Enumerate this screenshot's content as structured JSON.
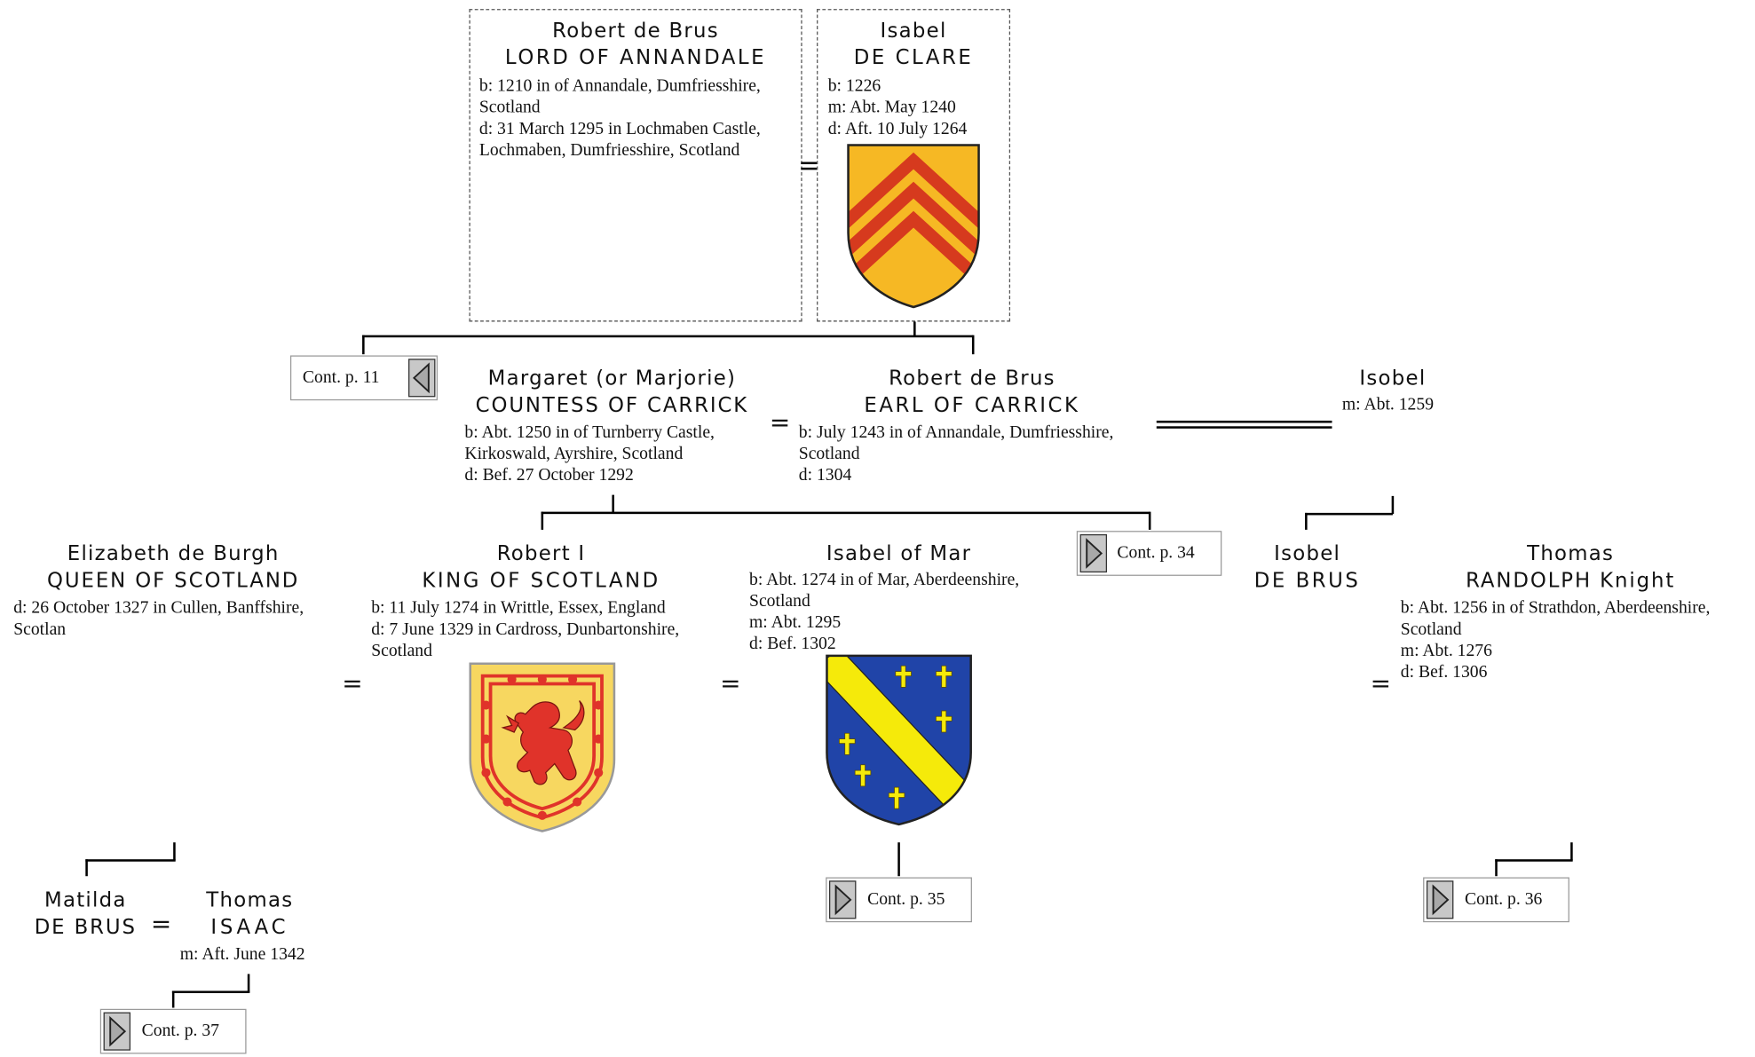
{
  "people": {
    "robert_annandale": {
      "name": "Robert de Brus",
      "title": "LORD OF ANNANDALE",
      "details": [
        "b: 1210 in of Annandale, Dumfriesshire, Scotland",
        "d: 31 March 1295 in Lochmaben Castle, Lochmaben, Dumfriesshire, Scotland"
      ]
    },
    "isabel_clare": {
      "name": "Isabel",
      "title": "DE CLARE",
      "details": [
        "b: 1226",
        "m: Abt. May 1240",
        "d: Aft. 10 July 1264"
      ]
    },
    "margaret": {
      "name": "Margaret (or Marjorie)",
      "title": "COUNTESS OF CARRICK",
      "details": [
        "b: Abt. 1250 in of Turnberry Castle, Kirkoswald, Ayrshire, Scotland",
        "d: Bef. 27 October 1292"
      ]
    },
    "robert_carrick": {
      "name": "Robert de Brus",
      "title": "EARL OF CARRICK",
      "details": [
        "b: July 1243 in of Annandale, Dumfriesshire, Scotland",
        "d: 1304"
      ]
    },
    "isobel_m": {
      "name": "Isobel",
      "details": [
        "m: Abt. 1259"
      ]
    },
    "elizabeth": {
      "name": "Elizabeth de Burgh",
      "title": "QUEEN OF SCOTLAND",
      "details": [
        "d: 26 October 1327 in Cullen, Banffshire, Scotlan"
      ]
    },
    "robert_i": {
      "name": "Robert I",
      "title": "KING OF SCOTLAND",
      "details": [
        "b: 11 July 1274 in Writtle, Essex, England",
        "d: 7 June 1329 in Cardross, Dunbartonshire, Scotland"
      ]
    },
    "isabel_mar": {
      "name": "Isabel of Mar",
      "details": [
        "b: Abt. 1274 in of Mar, Aberdeenshire, Scotland",
        "m: Abt. 1295",
        "d: Bef. 1302"
      ]
    },
    "isobel_debrus": {
      "name": "Isobel",
      "title": "DE BRUS"
    },
    "thomas_randolph": {
      "name": "Thomas",
      "title": "RANDOLPH Knight",
      "details": [
        "b: Abt. 1256 in of Strathdon, Aberdeenshire, Scotland",
        "m: Abt. 1276",
        "d: Bef. 1306"
      ]
    },
    "matilda": {
      "name": "Matilda",
      "title": "DE BRUS"
    },
    "thomas_isaac": {
      "name": "Thomas",
      "title": "ISAAC",
      "details": [
        "m: Aft. June 1342"
      ]
    }
  },
  "continuations": {
    "p11": "Cont. p. 11",
    "p34": "Cont. p. 34",
    "p35": "Cont. p. 35",
    "p36": "Cont. p. 36",
    "p37": "Cont. p. 37"
  },
  "marriage_symbol": "=",
  "icons": [
    "clare-chevrons-crest-icon",
    "royal-scotland-lion-crest-icon",
    "mar-bend-crosslets-crest-icon",
    "arrow-left-icon",
    "arrow-right-icon"
  ],
  "colors": {
    "clare_gold": "#f6b824",
    "clare_red": "#d63a1e",
    "scot_gold": "#f7d760",
    "scot_red": "#e0332a",
    "mar_blue": "#2044a8",
    "mar_yellow": "#f5ea0a"
  }
}
